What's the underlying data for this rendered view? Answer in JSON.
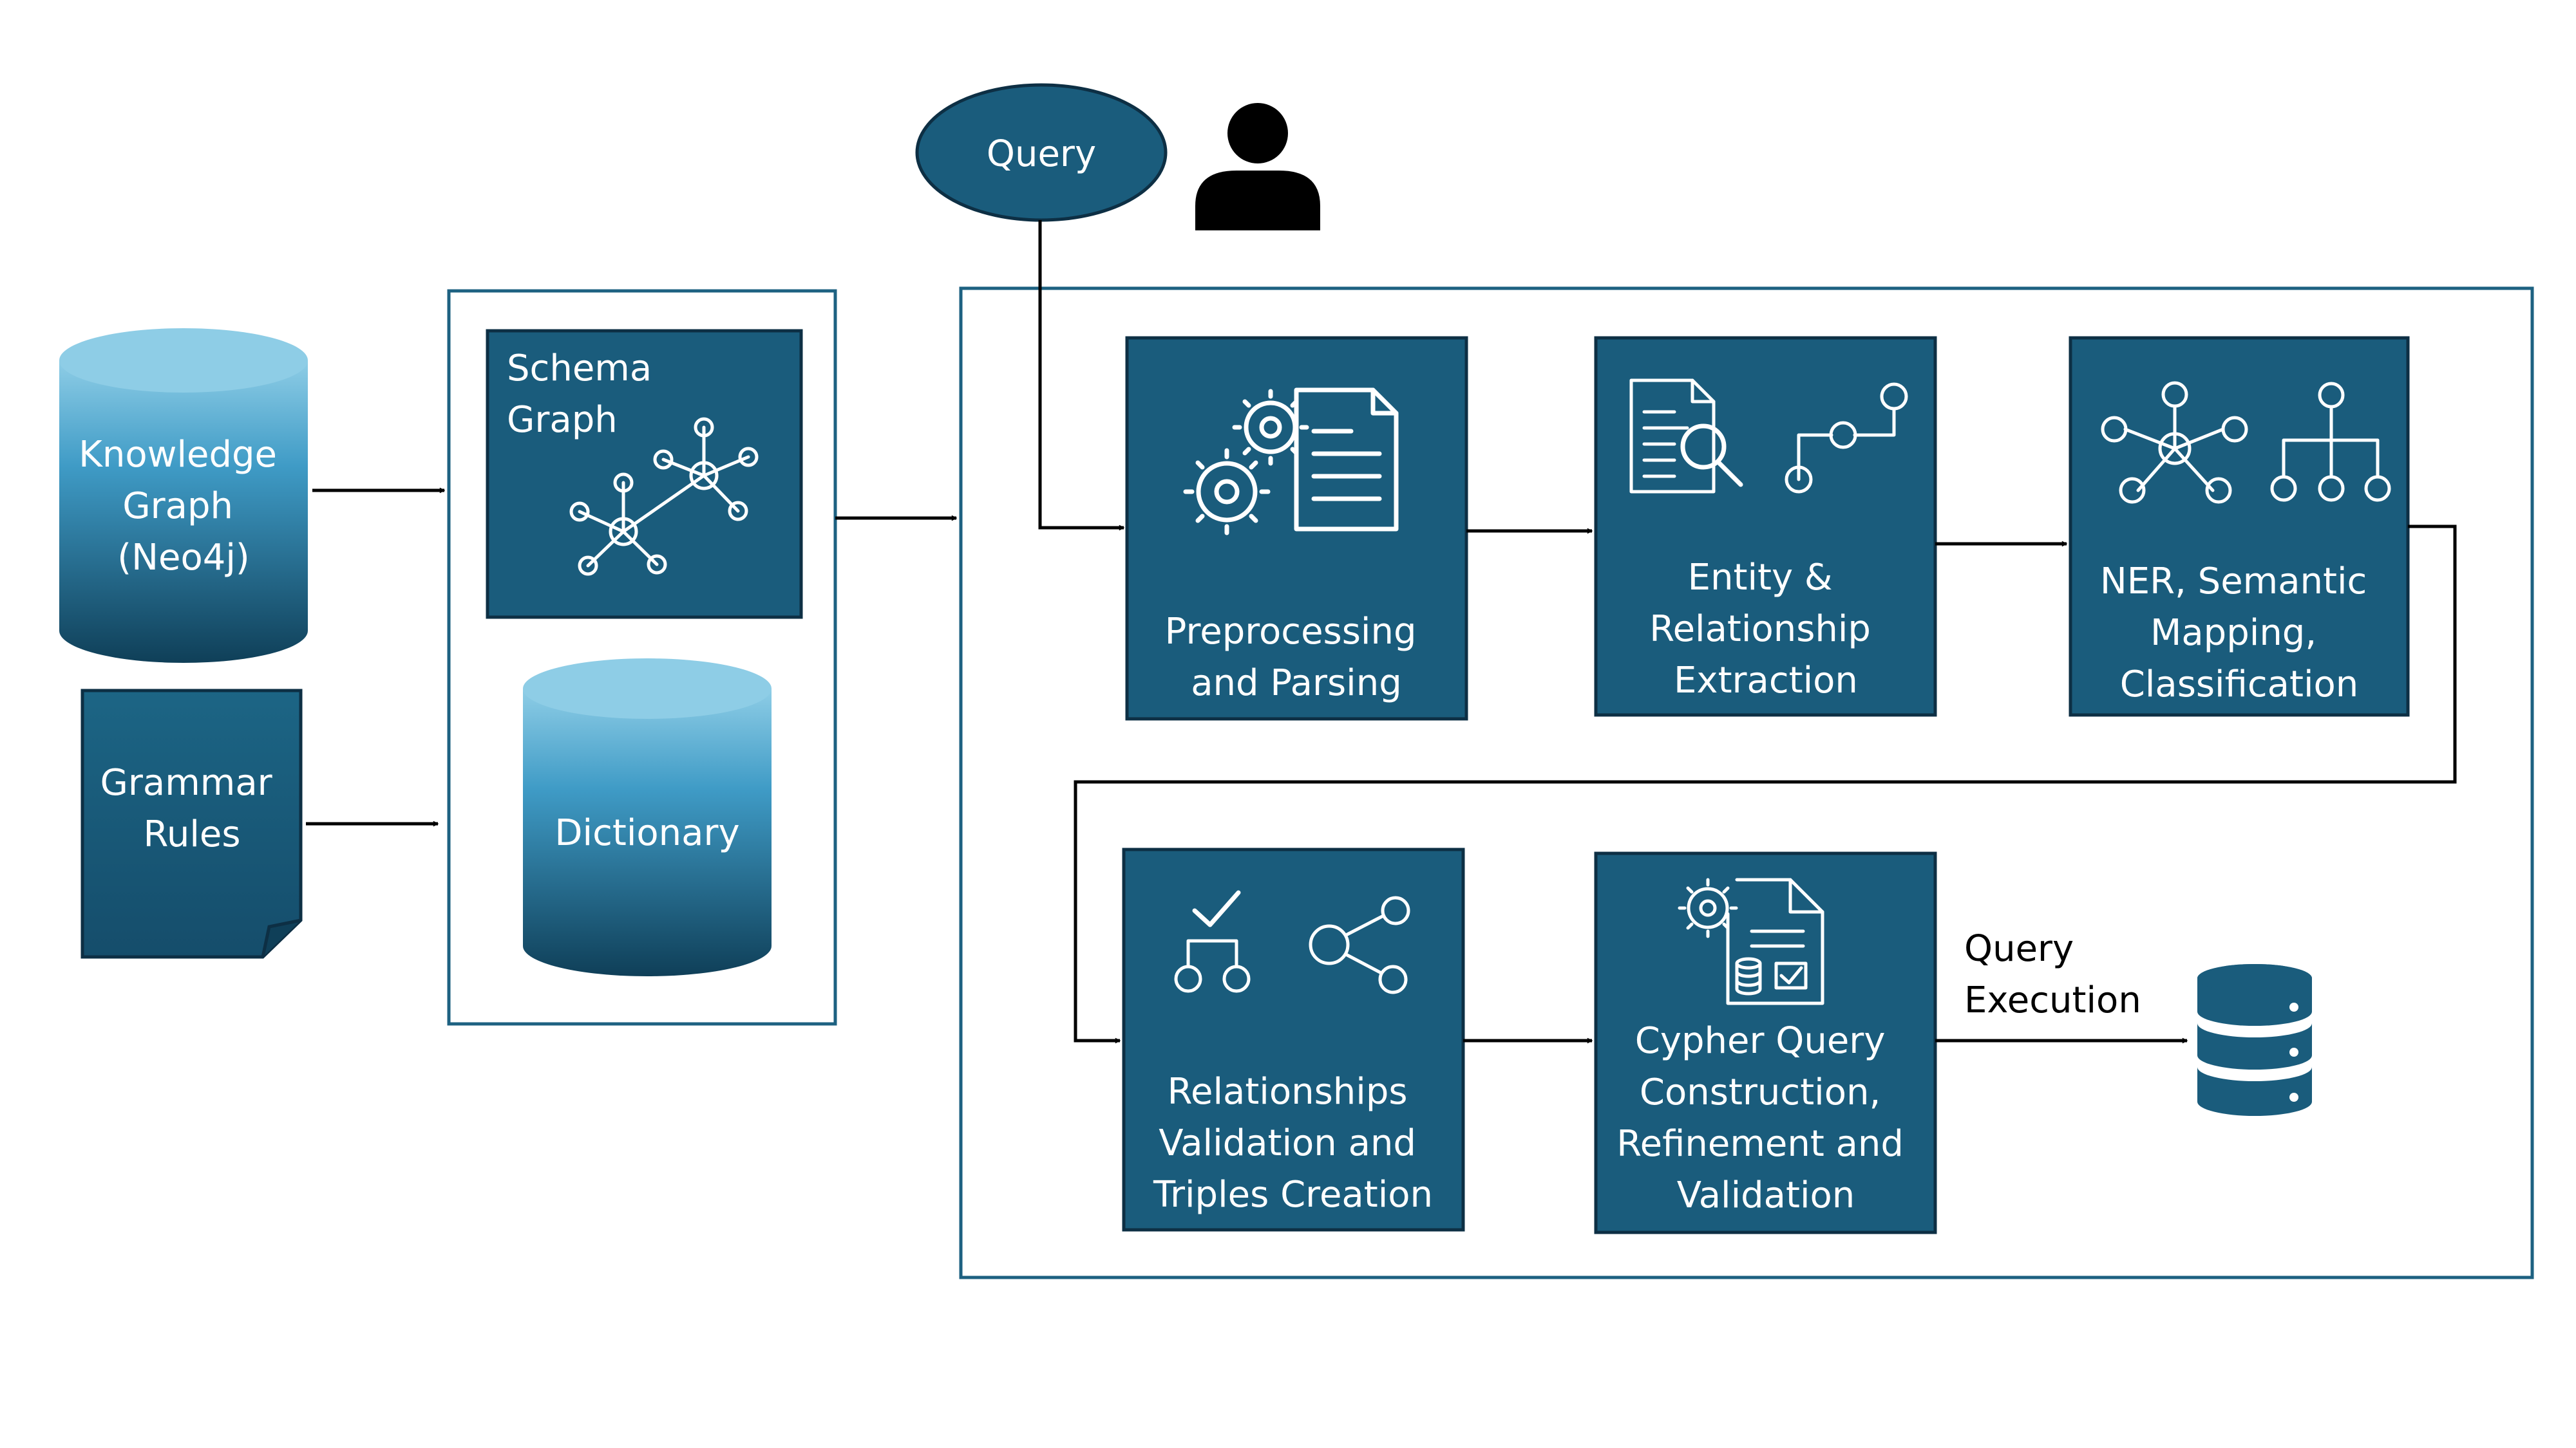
{
  "colors": {
    "box_fill": "#1a5c7c",
    "box_border": "#0d2f44",
    "frame_border": "#1d6181",
    "cylinder_top": "#8ecde6",
    "cylinder_bottom": "#0f3f58",
    "text_on_dark": "#ffffff",
    "arrow": "#000000"
  },
  "inputs": {
    "knowledge_graph": [
      "Knowledge",
      "Graph",
      "(Neo4j)"
    ],
    "grammar_rules": [
      "Grammar",
      "Rules"
    ]
  },
  "resources": {
    "schema_graph": [
      "Schema",
      "Graph"
    ],
    "dictionary": "Dictionary"
  },
  "query": {
    "label": "Query",
    "user_icon": "person-icon"
  },
  "steps": {
    "preprocessing": [
      "Preprocessing",
      "and Parsing"
    ],
    "extraction": [
      "Entity &",
      "Relationship",
      "Extraction"
    ],
    "ner": [
      "NER, Semantic",
      "Mapping,",
      "Classification"
    ],
    "validation": [
      "Relationships",
      "Validation and",
      "Triples Creation"
    ],
    "cypher": [
      "Cypher Query",
      "Construction,",
      "Refinement and",
      "Validation"
    ]
  },
  "output": {
    "execution_label": [
      "Query",
      "Execution"
    ],
    "icon": "database-server-icon"
  }
}
